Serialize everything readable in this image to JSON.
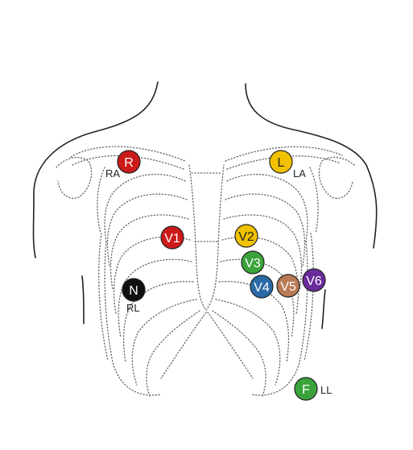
{
  "electrodes": {
    "R": {
      "text": "R",
      "side_label": "RA",
      "color": "#cc1a1a",
      "text_color": "#ffffff"
    },
    "L": {
      "text": "L",
      "side_label": "LA",
      "color": "#f2c200",
      "text_color": "#222222"
    },
    "V1": {
      "text": "V1",
      "color": "#cc1a1a",
      "text_color": "#ffffff"
    },
    "V2": {
      "text": "V2",
      "color": "#f2c200",
      "text_color": "#222222"
    },
    "V3": {
      "text": "V3",
      "color": "#3aa33a",
      "text_color": "#ffffff"
    },
    "V4": {
      "text": "V4",
      "color": "#2a6aa6",
      "text_color": "#ffffff"
    },
    "V5": {
      "text": "V5",
      "color": "#b87a54",
      "text_color": "#ffffff"
    },
    "V6": {
      "text": "V6",
      "color": "#6a2c9a",
      "text_color": "#ffffff"
    },
    "N": {
      "text": "N",
      "side_label": "RL",
      "color": "#111111",
      "text_color": "#ffffff"
    },
    "F": {
      "text": "F",
      "side_label": "LL",
      "color": "#3aa33a",
      "text_color": "#ffffff"
    }
  }
}
